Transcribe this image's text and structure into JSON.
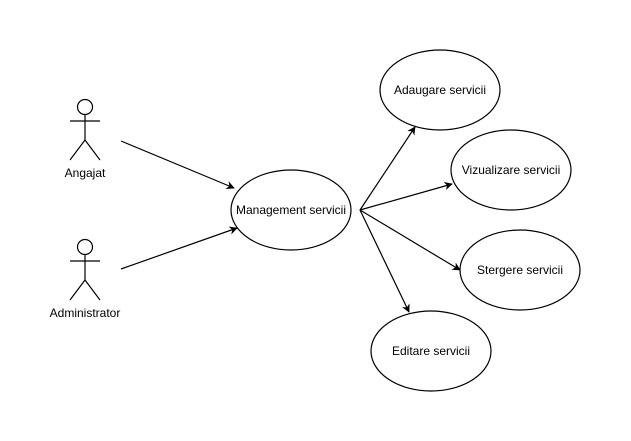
{
  "diagram": {
    "type": "use-case",
    "actors": [
      {
        "id": "angajat",
        "label": "Angajat"
      },
      {
        "id": "administrator",
        "label": "Administrator"
      }
    ],
    "use_cases": [
      {
        "id": "management",
        "label": "Management servicii"
      },
      {
        "id": "adaugare",
        "label": "Adaugare servicii"
      },
      {
        "id": "vizualizare",
        "label": "Vizualizare servicii"
      },
      {
        "id": "stergere",
        "label": "Stergere servicii"
      },
      {
        "id": "editare",
        "label": "Editare servicii"
      }
    ],
    "associations": [
      {
        "from": "angajat",
        "to": "management"
      },
      {
        "from": "administrator",
        "to": "management"
      },
      {
        "from": "management",
        "to": "adaugare"
      },
      {
        "from": "management",
        "to": "vizualizare"
      },
      {
        "from": "management",
        "to": "stergere"
      },
      {
        "from": "management",
        "to": "editare"
      }
    ]
  }
}
